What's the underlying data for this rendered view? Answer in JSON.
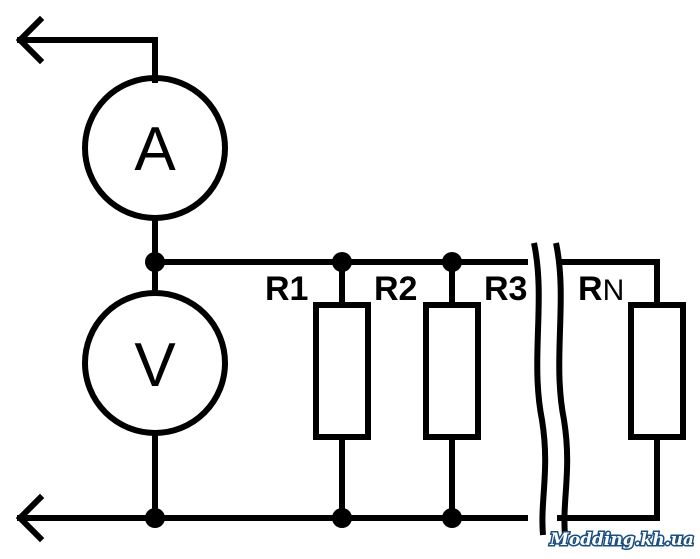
{
  "meters": {
    "ammeter_label": "A",
    "voltmeter_label": "V"
  },
  "resistors": [
    {
      "label": "R1"
    },
    {
      "label": "R2"
    },
    {
      "label": "R3"
    },
    {
      "label": "R",
      "label_sub": "N"
    }
  ],
  "watermark": "Modding.kh.ua"
}
